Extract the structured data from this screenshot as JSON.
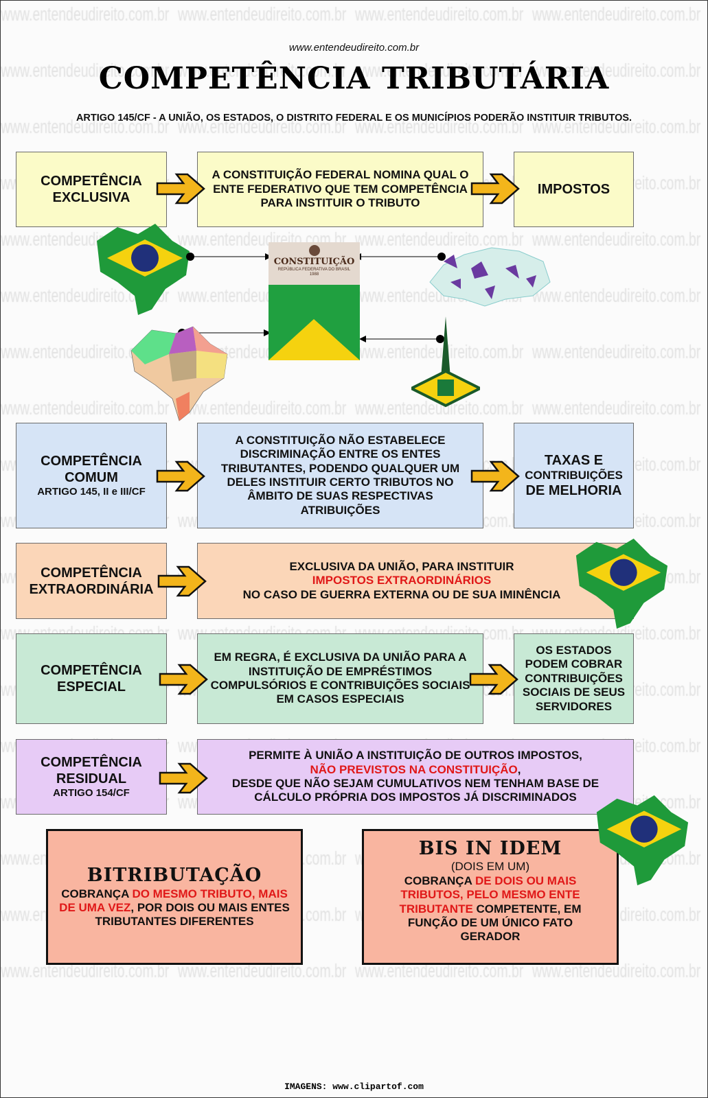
{
  "watermark": "www.entendeudireito.com.br",
  "header": {
    "site": "www.entendeudireito.com.br",
    "title": "COMPETÊNCIA TRIBUTÁRIA",
    "article": "ARTIGO 145/CF - A UNIÃO, OS ESTADOS, O DISTRITO FEDERAL E OS MUNICÍPIOS PODERÃO INSTITUIR TRIBUTOS."
  },
  "exclusiva": {
    "label_1": "COMPETÊNCIA",
    "label_2": "EXCLUSIVA",
    "desc": "A CONSTITUIÇÃO FEDERAL NOMINA QUAL O ENTE FEDERATIVO QUE TEM COMPETÊNCIA PARA INSTITUIR O TRIBUTO",
    "result": "IMPOSTOS",
    "book_title": "CONSTITUIÇÃO",
    "book_subtitle": "REPÚBLICA FEDERATIVA DO BRASIL",
    "book_year": "1988"
  },
  "comum": {
    "label_1": "COMPETÊNCIA",
    "label_2": "COMUM",
    "article": "ARTIGO 145, II e III/CF",
    "desc": "A CONSTITUIÇÃO NÃO ESTABELECE DISCRIMINAÇÃO ENTRE OS ENTES TRIBUTANTES, PODENDO QUALQUER UM DELES INSTITUIR CERTO TRIBUTOS NO ÂMBITO DE SUAS RESPECTIVAS ATRIBUIÇÕES",
    "result_1": "TAXAS E",
    "result_2": "CONTRIBUIÇÕES",
    "result_3": "DE MELHORIA"
  },
  "extraordinaria": {
    "label_1": "COMPETÊNCIA",
    "label_2": "EXTRAORDINÁRIA",
    "desc_1": "EXCLUSIVA DA UNIÃO, PARA INSTITUIR",
    "desc_red": "IMPOSTOS EXTRAORDINÁRIOS",
    "desc_2": "NO CASO DE GUERRA EXTERNA OU DE SUA IMINÊNCIA"
  },
  "especial": {
    "label_1": "COMPETÊNCIA",
    "label_2": "ESPECIAL",
    "desc": "EM REGRA, É EXCLUSIVA DA UNIÃO PARA A INSTITUIÇÃO DE EMPRÉSTIMOS COMPULSÓRIOS E CONTRIBUIÇÕES SOCIAIS EM CASOS ESPECIAIS",
    "result": "OS ESTADOS PODEM COBRAR CONTRIBUIÇÕES SOCIAIS DE SEUS SERVIDORES"
  },
  "residual": {
    "label_1": "COMPETÊNCIA",
    "label_2": "RESIDUAL",
    "article": "ARTIGO 154/CF",
    "desc_1": "PERMITE À UNIÃO A INSTITUIÇÃO DE OUTROS IMPOSTOS,",
    "desc_red": "NÃO PREVISTOS NA CONSTITUIÇÃO",
    "desc_comma": ",",
    "desc_2": "DESDE QUE NÃO SEJAM CUMULATIVOS NEM TENHAM BASE DE CÁLCULO PRÓPRIA DOS IMPOSTOS JÁ DISCRIMINADOS"
  },
  "bitributacao": {
    "title": "BITRIBUTAÇÃO",
    "t1": "COBRANÇA ",
    "r1": "DO MESMO TRIBUTO, MAIS DE UMA VEZ",
    "t2": ", POR DOIS OU MAIS ENTES TRIBUTANTES DIFERENTES"
  },
  "bis_in_idem": {
    "title": "BIS IN IDEM",
    "subtitle": "(DOIS EM UM)",
    "t1": "COBRANÇA ",
    "r1": "DE DOIS OU MAIS TRIBUTOS, PELO MESMO ENTE TRIBUTANTE",
    "t2": " COMPETENTE, EM FUNÇÃO DE UM ÚNICO FATO GERADOR"
  },
  "footer": "IMAGENS: www.clipartof.com",
  "colors": {
    "arrow": "#f3b51b",
    "red": "#e01818"
  }
}
